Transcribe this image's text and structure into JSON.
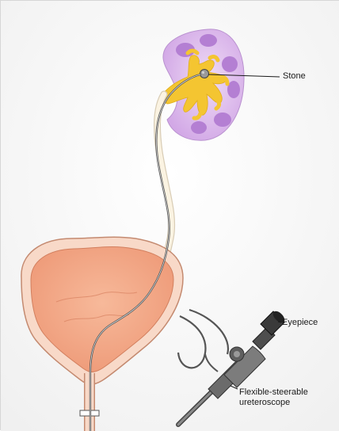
{
  "labels": {
    "stone": "Stone",
    "eyepiece": "Eyepiece",
    "ureteroscope": "Flexible-steerable ureteroscope"
  },
  "colors": {
    "kidney_cortex": "#d9b3ea",
    "kidney_medulla": "#b784d6",
    "pelvis": "#f3c82f",
    "bladder": "#f3a886",
    "bladder_wall": "#f6d2bf",
    "ureter": "#fdf3df",
    "scope_shaft": "#6d6d6d"
  },
  "icons": [
    "kidney-illustration",
    "bladder-illustration",
    "ureteroscope-illustration",
    "kidney-stone-icon"
  ]
}
